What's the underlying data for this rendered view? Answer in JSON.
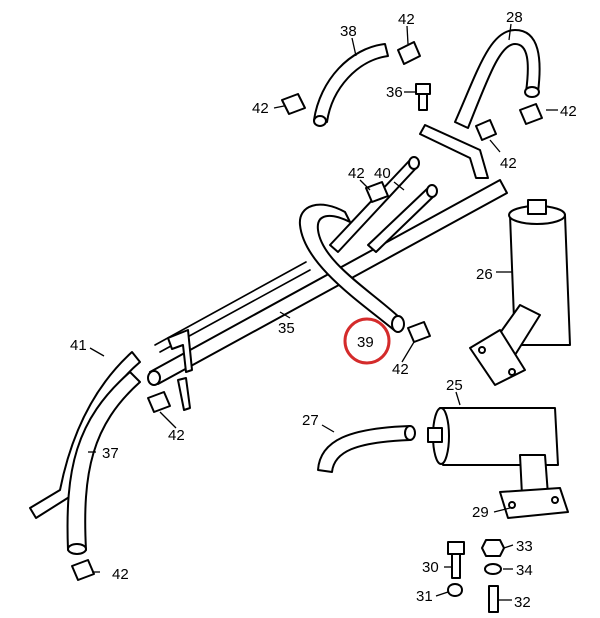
{
  "highlight": {
    "label": "39",
    "color": "#d42b2b"
  },
  "callouts": {
    "c38": "38",
    "c42a": "42",
    "c28": "28",
    "c36": "36",
    "c42b": "42",
    "c42c": "42",
    "c42d": "42",
    "c42e": "42",
    "c40": "40",
    "c26": "26",
    "c35": "35",
    "c41": "41",
    "c42f": "42",
    "c42g": "42",
    "c25": "25",
    "c27": "27",
    "c37": "37",
    "c29": "29",
    "c33": "33",
    "c30": "30",
    "c34": "34",
    "c42h": "42",
    "c31": "31",
    "c32": "32"
  },
  "icons": [
    "hose-clamp-icon",
    "bolt-icon",
    "nut-icon",
    "washer-icon",
    "stud-icon",
    "silencer-icon",
    "pipe-icon"
  ]
}
